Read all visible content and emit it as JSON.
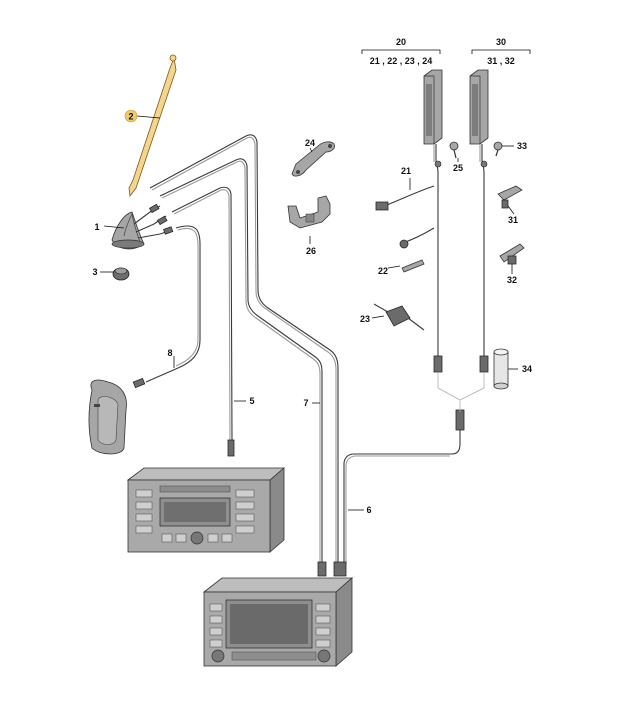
{
  "callouts": {
    "c1": "1",
    "c2": "2",
    "c3": "3",
    "c5": "5",
    "c6": "6",
    "c7": "7",
    "c8": "8",
    "c20": "20",
    "c20_sub": "21 , 22 , 23 , 24",
    "c21": "21",
    "c22": "22",
    "c23": "23",
    "c24": "24",
    "c25": "25",
    "c26": "26",
    "c30": "30",
    "c30_sub": "31 , 32",
    "c31": "31",
    "c32": "32",
    "c33": "33",
    "c34": "34"
  },
  "colors": {
    "highlight": "#f0c96a",
    "callout_ring": "#e8b84a"
  }
}
